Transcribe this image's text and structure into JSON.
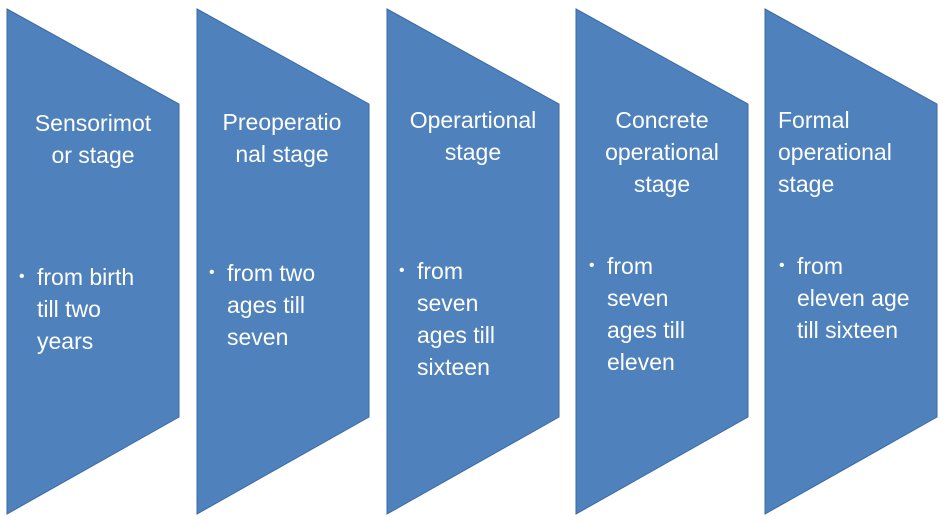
{
  "colors": {
    "chevron_fill": "#4F81BD",
    "chevron_stroke": "#3A6AA8",
    "text": "#FFFFFF",
    "background": "#FFFFFF"
  },
  "stages": [
    {
      "title": "Sensorimot\nor stage",
      "bullet": "from birth\ntill two\nyears"
    },
    {
      "title": "Preoperatio\nnal stage",
      "bullet": "from two\nages till\nseven"
    },
    {
      "title": "Operartional\nstage",
      "bullet": "from\nseven\nages till\nsixteen"
    },
    {
      "title": "Concrete\noperational\nstage",
      "bullet": "from\nseven\nages till\neleven"
    },
    {
      "title": "Formal\noperational\nstage",
      "bullet": "from\neleven age\ntill sixteen"
    }
  ]
}
